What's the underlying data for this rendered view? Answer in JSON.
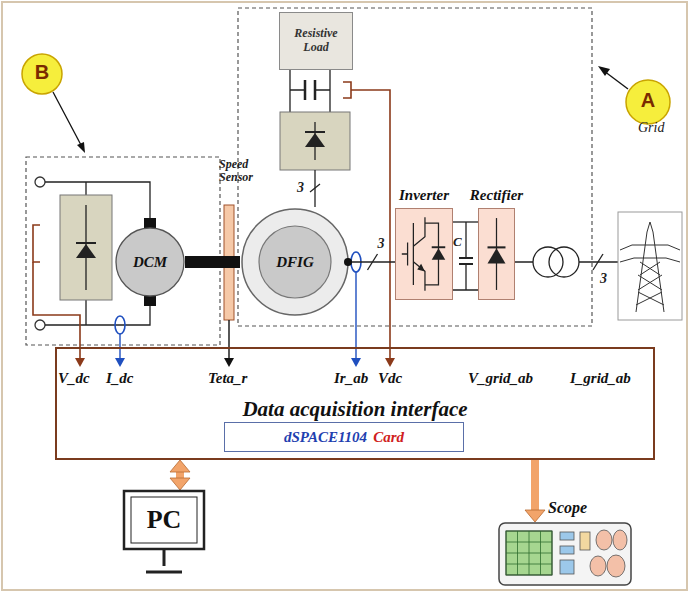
{
  "diagram": {
    "nodes": [
      {
        "text": [
          "Resistive Load"
        ]
      },
      {
        "text": [
          "DCM"
        ]
      },
      {
        "text": [
          "DFIG"
        ]
      },
      {
        "text": [
          "Inverter"
        ]
      },
      {
        "text": [
          "Rectifier"
        ]
      },
      {
        "text": [
          "Data acquisition interface"
        ]
      },
      {
        "text": [
          "dSPACE1104",
          "Card"
        ],
        "in": 5
      },
      {
        "text": [
          "PC"
        ]
      },
      {
        "text": [
          "Scope"
        ]
      }
    ],
    "edges": [
      {
        "from": 1,
        "to": 2,
        "arrow": "none"
      },
      {
        "from": 2,
        "to": 3,
        "label": "3",
        "arrow": "none"
      },
      {
        "from": 3,
        "to": 4,
        "arrow": "none"
      },
      {
        "from": 7,
        "to": 5,
        "arrow": "both"
      },
      {
        "from": 5,
        "to": 8,
        "arrow": "to"
      }
    ],
    "labels": [
      "A",
      "B",
      "Grid",
      "Speed Sensor",
      "3",
      "3",
      "C",
      "V_dc",
      "I_dc",
      "Teta_r",
      "Ir_ab",
      "Vdc",
      "V_grid_ab",
      "I_grid_ab"
    ]
  }
}
